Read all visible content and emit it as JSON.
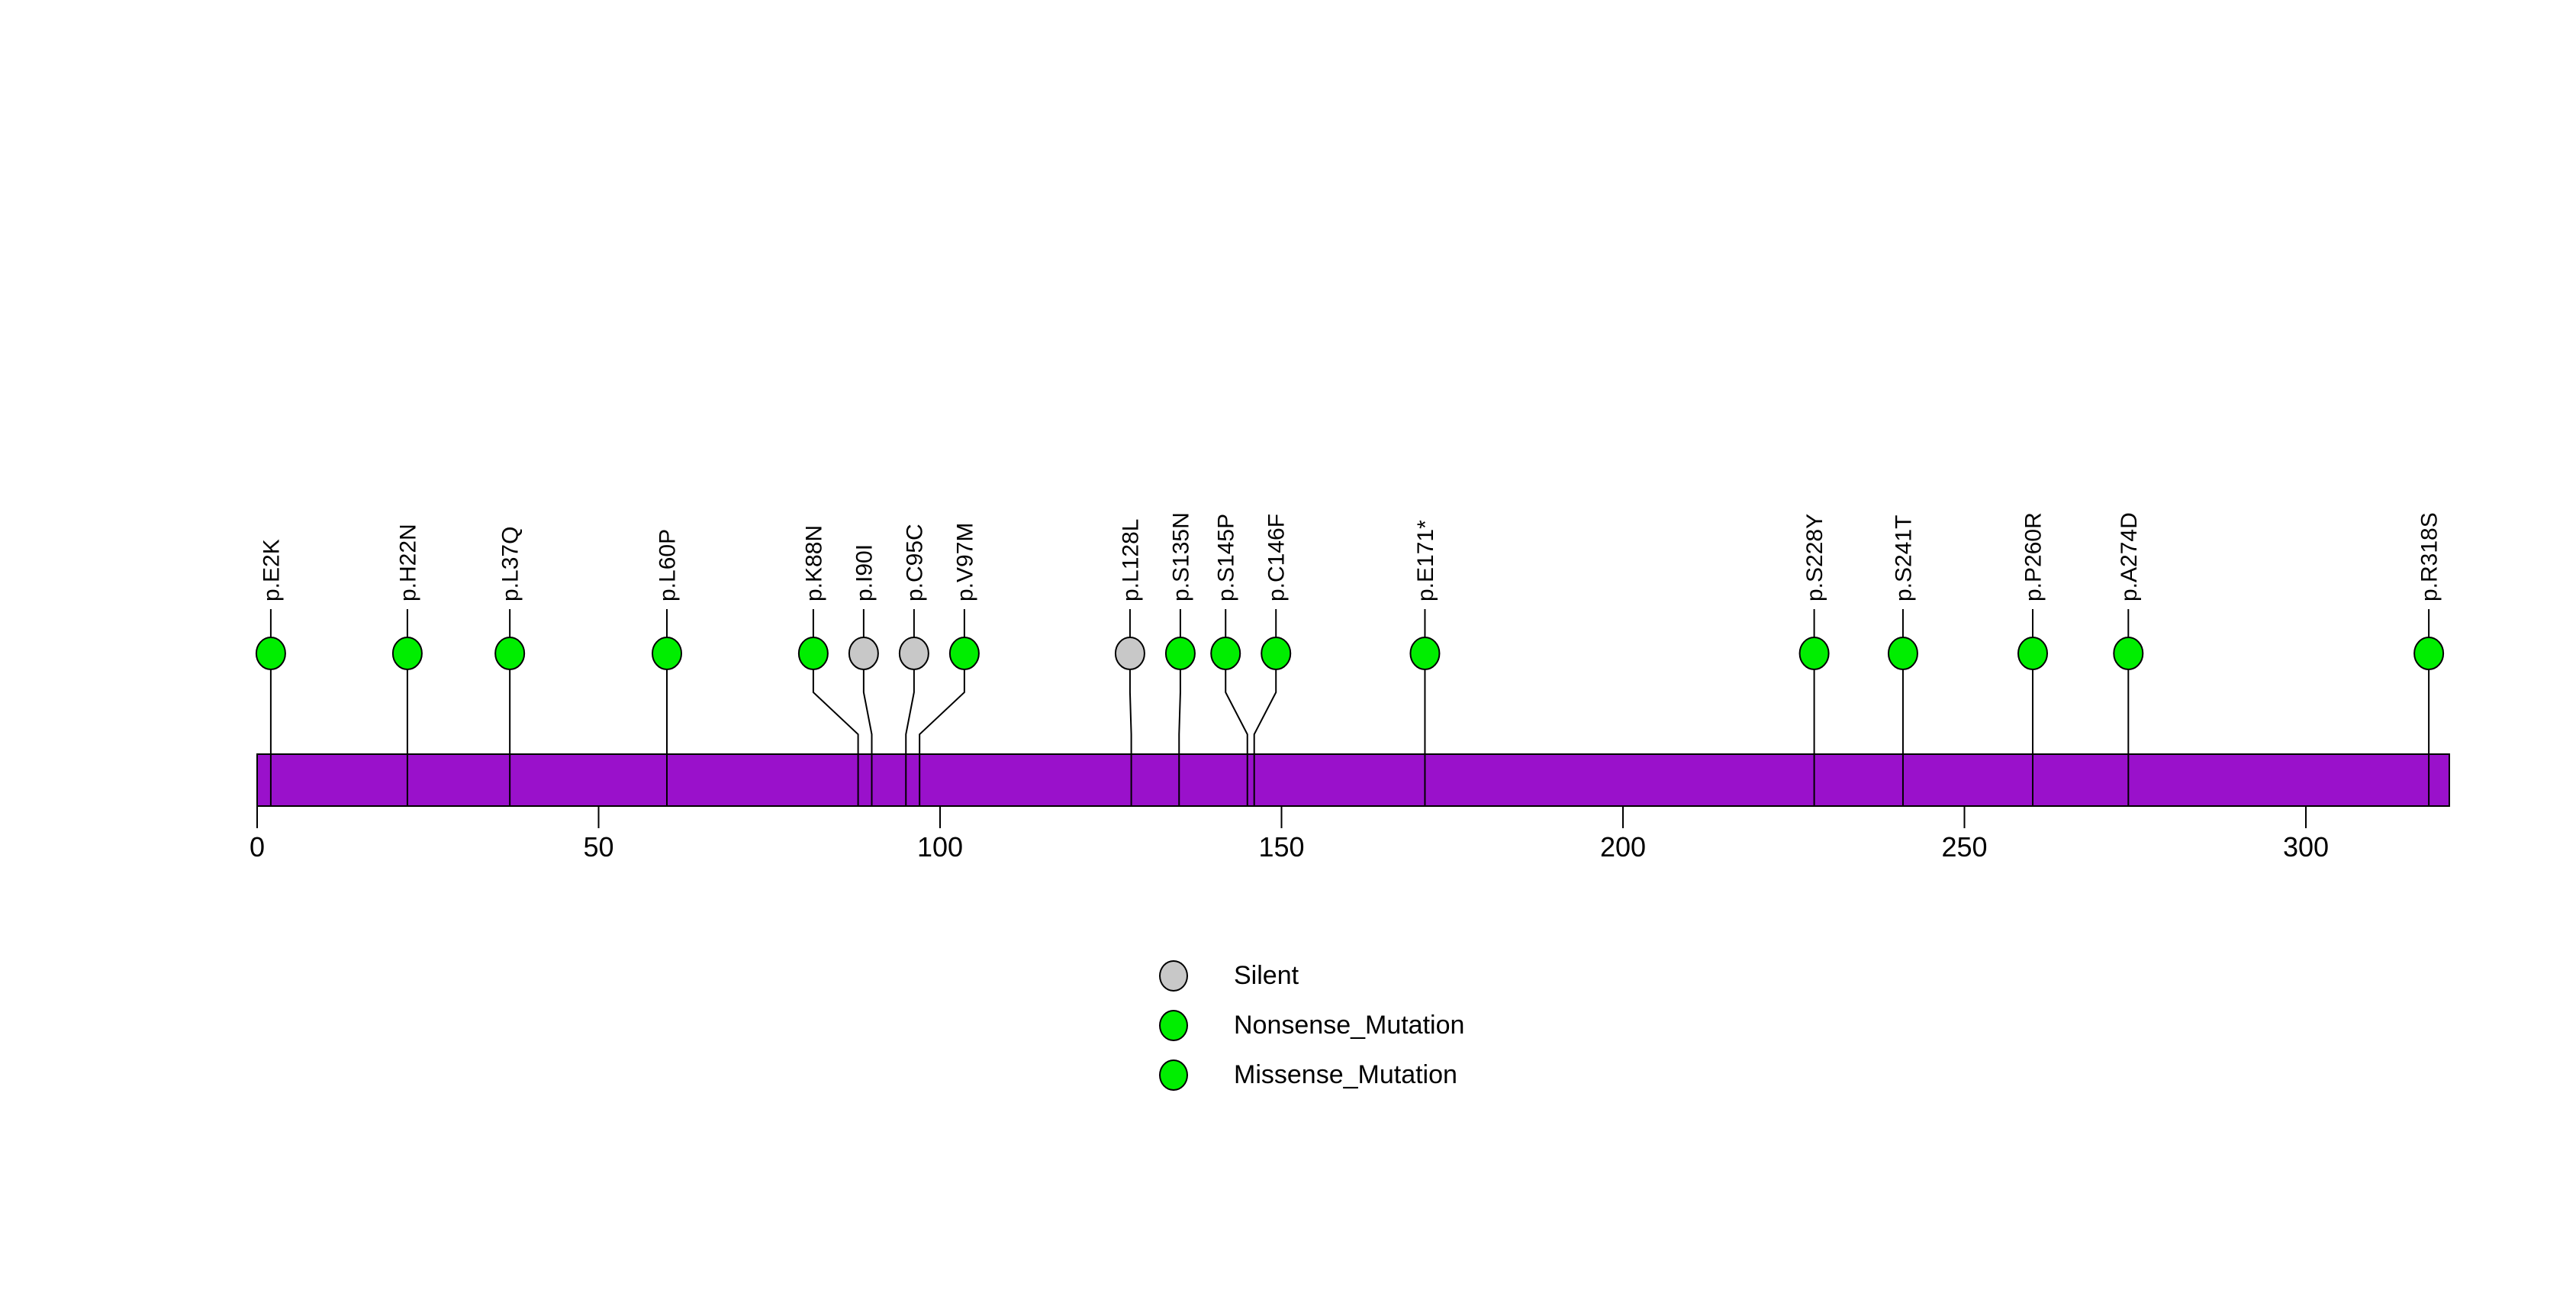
{
  "chart_data": {
    "type": "lollipop",
    "title": "",
    "xlabel": "",
    "ylabel": "",
    "grid": false,
    "legend_position": "bottom-center",
    "protein_length": 321,
    "xlim": [
      0,
      321
    ],
    "axis_ticks": [
      0,
      50,
      100,
      150,
      200,
      250,
      300
    ],
    "mutations": [
      {
        "label": "p.E2K",
        "position": 2,
        "type": "Missense_Mutation"
      },
      {
        "label": "p.H22N",
        "position": 22,
        "type": "Missense_Mutation"
      },
      {
        "label": "p.L37Q",
        "position": 37,
        "type": "Missense_Mutation"
      },
      {
        "label": "p.L60P",
        "position": 60,
        "type": "Missense_Mutation"
      },
      {
        "label": "p.K88N",
        "position": 88,
        "type": "Missense_Mutation"
      },
      {
        "label": "p.I90I",
        "position": 90,
        "type": "Silent"
      },
      {
        "label": "p.C95C",
        "position": 95,
        "type": "Silent"
      },
      {
        "label": "p.V97M",
        "position": 97,
        "type": "Missense_Mutation"
      },
      {
        "label": "p.L128L",
        "position": 128,
        "type": "Silent"
      },
      {
        "label": "p.S135N",
        "position": 135,
        "type": "Missense_Mutation"
      },
      {
        "label": "p.S145P",
        "position": 145,
        "type": "Missense_Mutation"
      },
      {
        "label": "p.C146F",
        "position": 146,
        "type": "Missense_Mutation"
      },
      {
        "label": "p.E171*",
        "position": 171,
        "type": "Nonsense_Mutation"
      },
      {
        "label": "p.S228Y",
        "position": 228,
        "type": "Missense_Mutation"
      },
      {
        "label": "p.S241T",
        "position": 241,
        "type": "Missense_Mutation"
      },
      {
        "label": "p.P260R",
        "position": 260,
        "type": "Missense_Mutation"
      },
      {
        "label": "p.A274D",
        "position": 274,
        "type": "Missense_Mutation"
      },
      {
        "label": "p.R318S",
        "position": 318,
        "type": "Missense_Mutation"
      }
    ],
    "legend": [
      {
        "label": "Silent",
        "color": "#C8C8C8"
      },
      {
        "label": "Nonsense_Mutation",
        "color": "#00EE00"
      },
      {
        "label": "Missense_Mutation",
        "color": "#00EE00"
      }
    ],
    "colors": {
      "Silent": "#C8C8C8",
      "Nonsense_Mutation": "#00EE00",
      "Missense_Mutation": "#00EE00",
      "protein_bar": "#9A11CB",
      "stem": "#000000",
      "text": "#000000"
    }
  }
}
